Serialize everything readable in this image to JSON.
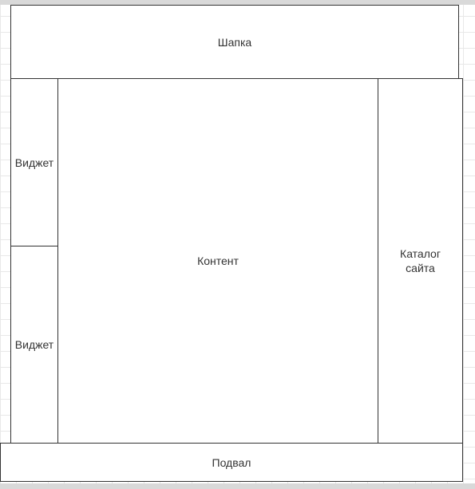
{
  "diagram": {
    "header": "Шапка",
    "widget_1": "Виджет",
    "widget_2": "Виджет",
    "content": "Контент",
    "catalog": "Каталог\nсайта",
    "footer": "Подвал"
  }
}
